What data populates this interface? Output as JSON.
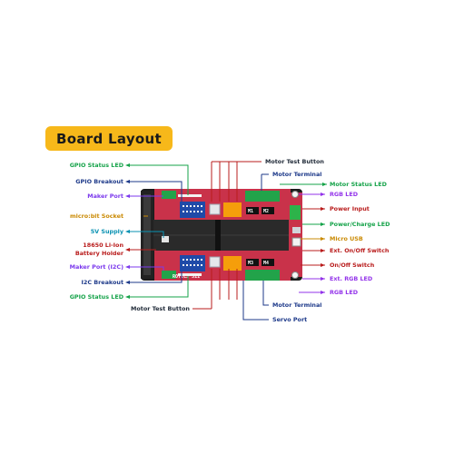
{
  "title": "Board Layout",
  "board": {
    "brand_label": "ROTICS 511",
    "motor_labels_top": [
      "M1",
      "M2"
    ],
    "motor_labels_bottom": [
      "M3",
      "M4"
    ]
  },
  "labels_left": [
    {
      "text": "GPIO Status LED",
      "color": "#16a34a"
    },
    {
      "text": "GPIO Breakout",
      "color": "#1e3a8a"
    },
    {
      "text": "Maker Port",
      "color": "#7c3aed"
    },
    {
      "text": "micro:bit Socket",
      "color": "#ca8a04"
    },
    {
      "text": "5V Supply",
      "color": "#0891b2"
    },
    {
      "text": "18650 Li-Ion",
      "color": "#b91c1c"
    },
    {
      "text": "Battery Holder",
      "color": "#b91c1c"
    },
    {
      "text": "Maker Port (I2C)",
      "color": "#7c3aed"
    },
    {
      "text": "I2C Breakout",
      "color": "#1e3a8a"
    },
    {
      "text": "GPIO Status LED",
      "color": "#16a34a"
    }
  ],
  "labels_right": [
    {
      "text": "Motor Test Button",
      "color": "#1f2937"
    },
    {
      "text": "Motor Terminal",
      "color": "#1e3a8a"
    },
    {
      "text": "Motor Status LED",
      "color": "#16a34a"
    },
    {
      "text": "RGB LED",
      "color": "#9333ea"
    },
    {
      "text": "Power Input",
      "color": "#b91c1c"
    },
    {
      "text": "Power/Charge LED",
      "color": "#16a34a"
    },
    {
      "text": "Micro USB",
      "color": "#ca8a04"
    },
    {
      "text": "Ext. On/Off Switch",
      "color": "#b91c1c"
    },
    {
      "text": "On/Off Switch",
      "color": "#b91c1c"
    },
    {
      "text": "Ext. RGB LED",
      "color": "#9333ea"
    },
    {
      "text": "RGB LED",
      "color": "#9333ea"
    },
    {
      "text": "Motor Terminal",
      "color": "#1e3a8a"
    },
    {
      "text": "Servo Port",
      "color": "#1e3a8a"
    },
    {
      "text": "Motor Test Button",
      "color": "#1f2937"
    }
  ]
}
